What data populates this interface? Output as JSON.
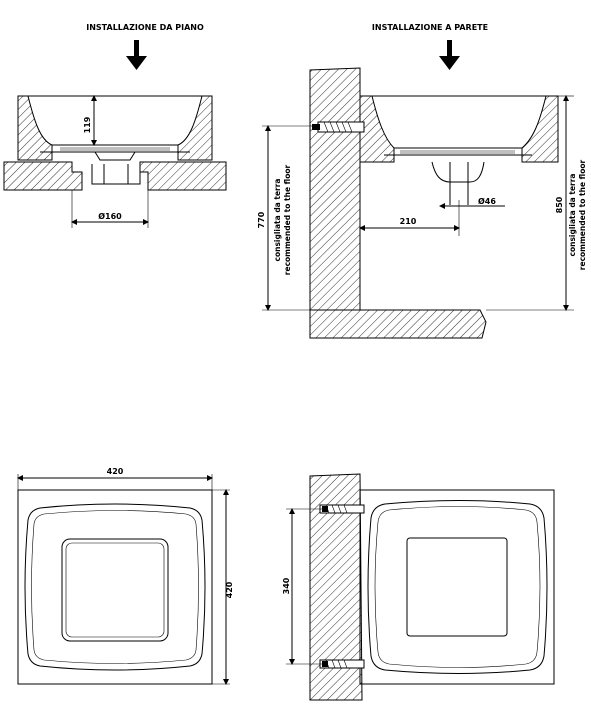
{
  "titles": {
    "countertop": "INSTALLAZIONE DA PIANO",
    "wall": "INSTALLAZIONE A PARETE"
  },
  "dimensions": {
    "bowl_height": "119",
    "drain_diameter": "Ø160",
    "wall_distance": "210",
    "trap_diameter": "Ø46",
    "floor_height_left": "770",
    "floor_height_right": "850",
    "top_width": "420",
    "top_depth": "420",
    "fixing_spacing": "340"
  },
  "notes": {
    "recommended_it": "consigliata da terra",
    "recommended_en": "recommended to the floor"
  }
}
